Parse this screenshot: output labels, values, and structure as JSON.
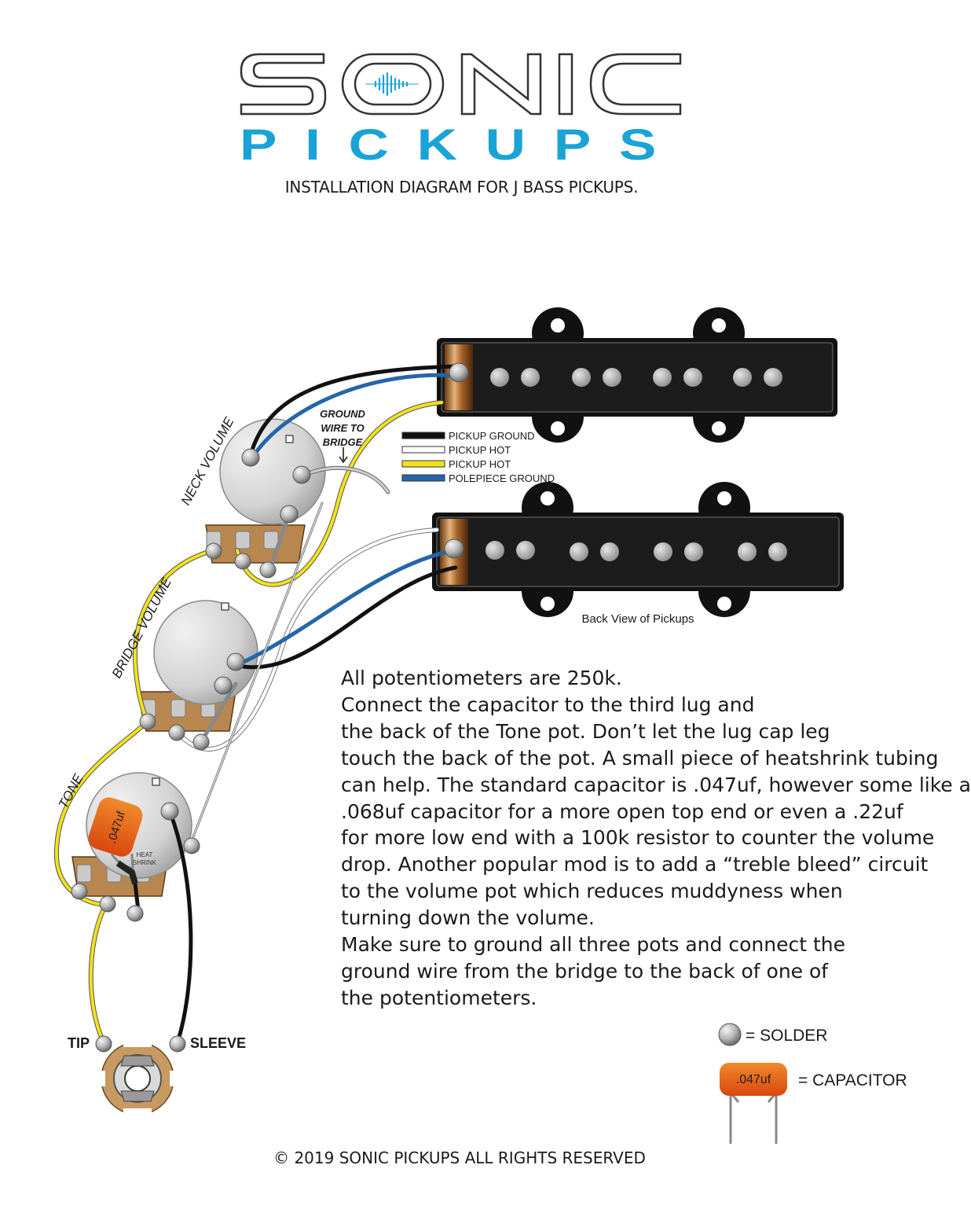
{
  "brand": {
    "name_top": "SONIC",
    "name_bottom": "PICKUPS",
    "accent_color": "#1ba3d6"
  },
  "subtitle": "INSTALLATION DIAGRAM FOR J BASS PICKUPS.",
  "pots": {
    "neck": "NECK VOLUME",
    "bridge": "BRIDGE VOLUME",
    "tone": "TONE"
  },
  "ground_note": [
    "GROUND",
    "WIRE TO",
    "BRIDGE"
  ],
  "legend": [
    {
      "label": "PICKUP GROUND",
      "color": "#111111"
    },
    {
      "label": "PICKUP HOT",
      "color": "#ffffff"
    },
    {
      "label": "PICKUP HOT",
      "color": "#f2e21b"
    },
    {
      "label": "POLEPIECE GROUND",
      "color": "#2566a8"
    }
  ],
  "pickups_caption": "Back View of Pickups",
  "capacitor_value": ".047uf",
  "heatshrink_label": [
    "HEAT",
    "SHRINK"
  ],
  "jack": {
    "tip": "TIP",
    "sleeve": "SLEEVE"
  },
  "instructions": [
    "All potentiometers are 250k.",
    "Connect the capacitor to the third lug and",
    "the back of the Tone pot. Don’t let the lug cap leg",
    "touch the back of the pot. A small piece of heatshrink tubing",
    "can help. The standard capacitor is .047uf, however some like a",
    ".068uf capacitor for a more open top end or even a .22uf",
    "for more low end with a 100k resistor to counter the volume",
    "drop. Another popular mod is to add a “treble bleed” circuit",
    "to the volume pot which reduces muddyness when",
    "turning down the volume.",
    "Make sure to ground all three pots and connect the",
    "ground wire from the bridge to the back of one of",
    "the potentiometers."
  ],
  "key": {
    "solder": "= SOLDER",
    "capacitor": "= CAPACITOR"
  },
  "copyright": "© 2019 SONIC PICKUPS ALL RIGHTS RESERVED",
  "wire_colors": {
    "black": "#111111",
    "white": "#ffffff",
    "yellow": "#f2e21b",
    "blue": "#2566a8",
    "capacitor": "#e8651a"
  }
}
